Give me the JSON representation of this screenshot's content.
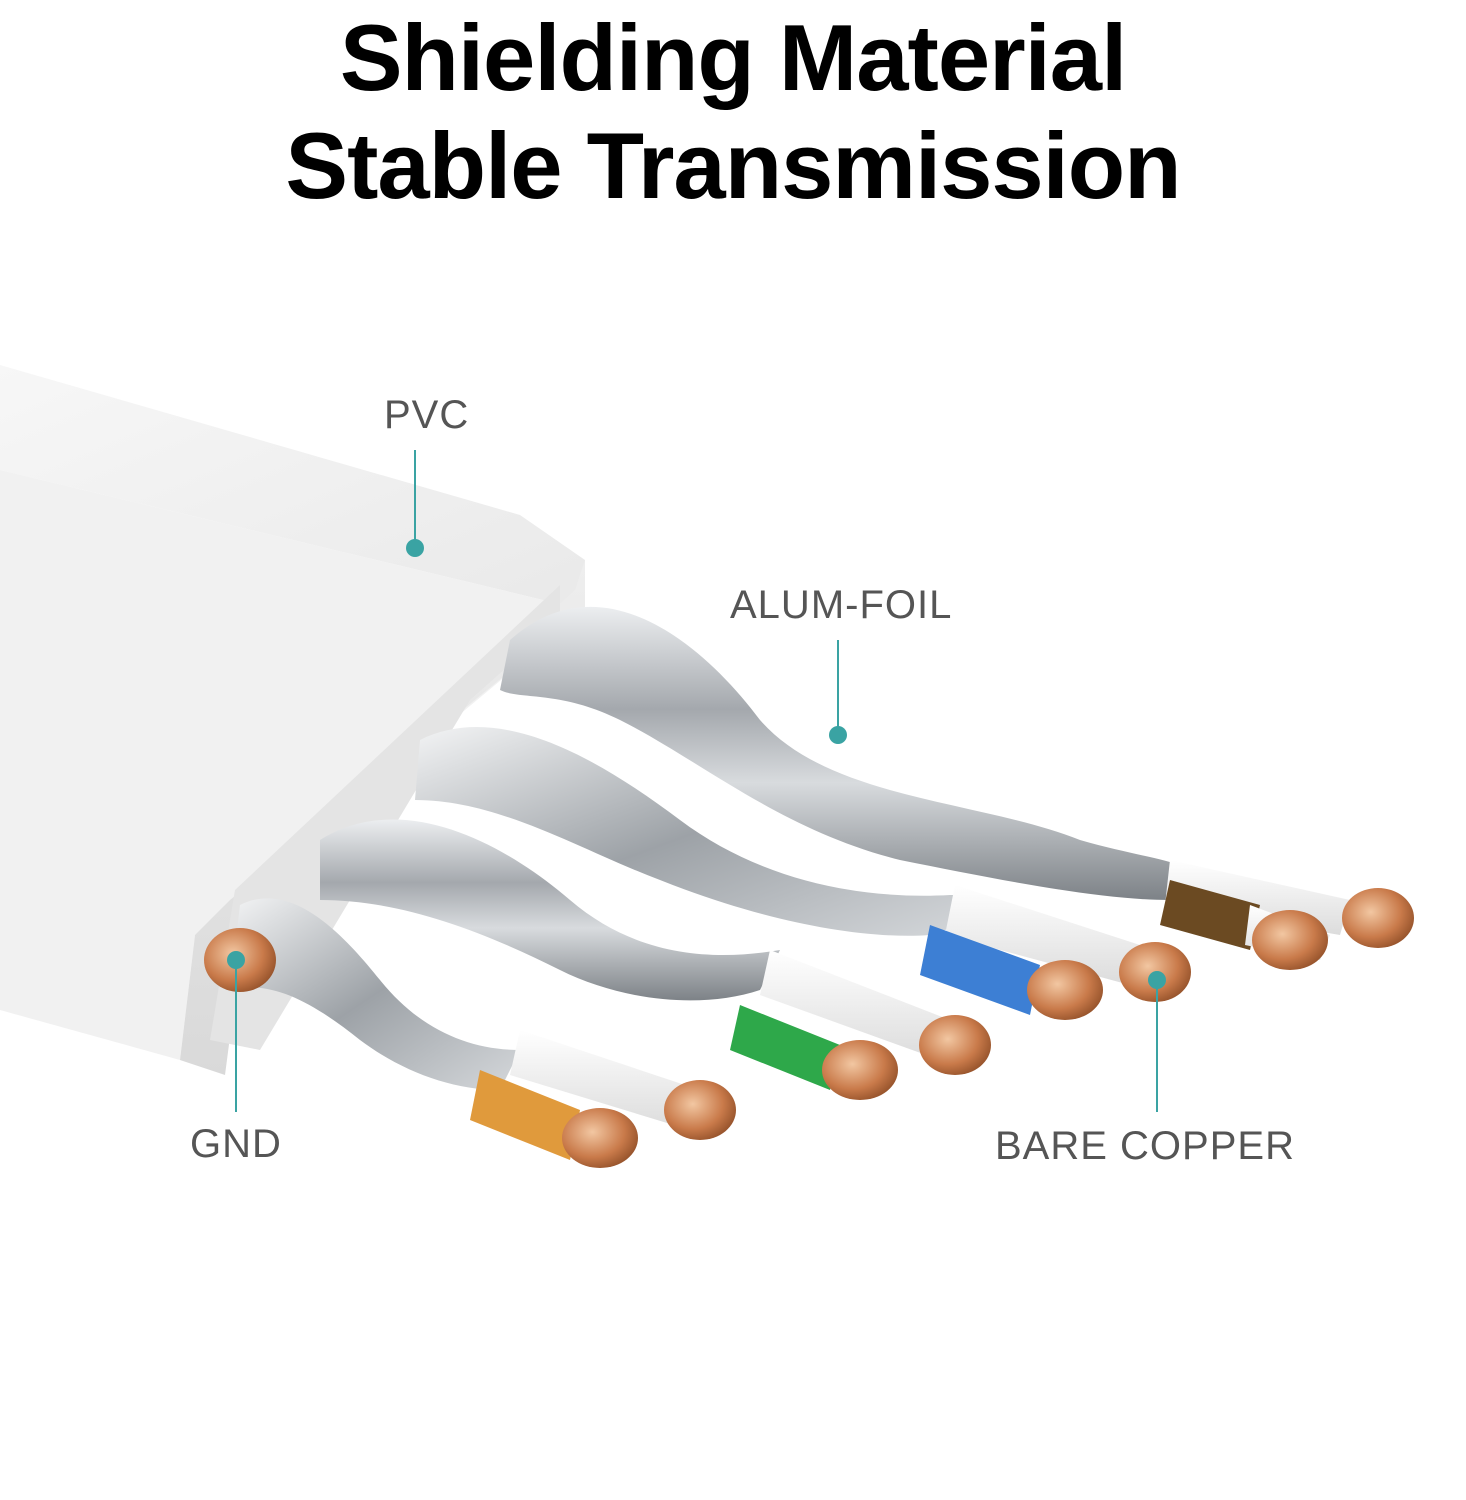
{
  "headline": {
    "line1": "Shielding Material",
    "line2": "Stable Transmission"
  },
  "callouts": {
    "pvc": "PVC",
    "alum_foil": "ALUM-FOIL",
    "gnd": "GND",
    "bare_copper": "BARE COPPER"
  },
  "colors": {
    "callout_accent": "#3aa3a3",
    "pair_orange": "#e09a3c",
    "pair_green": "#2ea84a",
    "pair_blue": "#3d7fd4",
    "pair_brown": "#6b4a22",
    "copper": "#c97a4a",
    "foil": "#b5b8bc",
    "jacket": "#f4f4f4"
  }
}
